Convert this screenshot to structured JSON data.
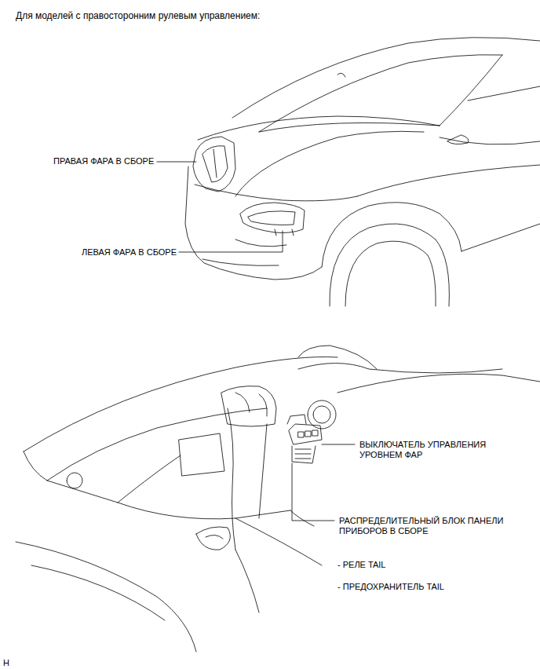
{
  "diagram": {
    "title": "Для моделей с правосторонним рулевым управлением:",
    "labels": [
      "ПРАВАЯ ФАРА В СБОРЕ",
      "ЛЕВАЯ ФАРА В СБОРЕ",
      "ВЫКЛЮЧАТЕЛЬ УПРАВЛЕНИЯ УРОВНЕМ ФАР",
      "РАСПРЕДЕЛИТЕЛЬНЫЙ БЛОК ПАНЕЛИ ПРИБОРОВ В СБОРЕ",
      "- РЕЛЕ TAIL",
      "- ПРЕДОХРАНИТЕЛЬ TAIL",
      "H"
    ]
  }
}
